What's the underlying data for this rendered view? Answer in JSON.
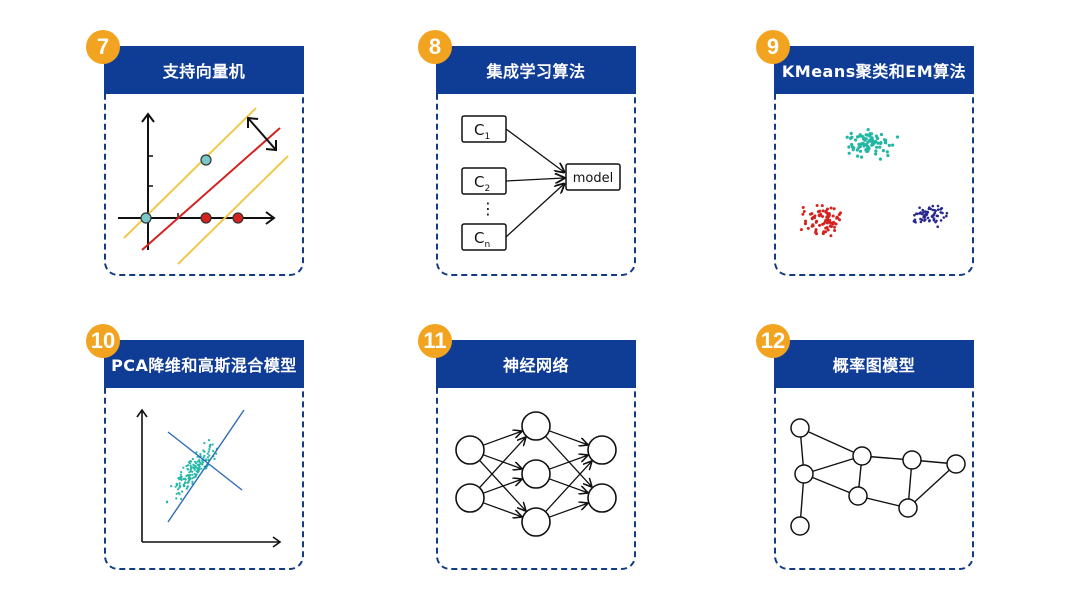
{
  "cards": [
    {
      "number": "7",
      "title": "支持向量机",
      "icon": "svm-diagram"
    },
    {
      "number": "8",
      "title": "集成学习算法",
      "icon": "ensemble-diagram"
    },
    {
      "number": "9",
      "title": "KMeans聚类和EM算法",
      "icon": "cluster-scatter"
    },
    {
      "number": "10",
      "title": "PCA降维和高斯混合模型",
      "icon": "pca-scatter"
    },
    {
      "number": "11",
      "title": "神经网络",
      "icon": "neural-network"
    },
    {
      "number": "12",
      "title": "概率图模型",
      "icon": "probabilistic-graph"
    }
  ],
  "ensemble": {
    "classifiers": [
      {
        "base": "C",
        "sub": "1"
      },
      {
        "base": "C",
        "sub": "2"
      },
      {
        "base": "C",
        "sub": "n"
      }
    ],
    "ellipsis": "⋮",
    "output": "model"
  },
  "colors": {
    "badge": "#f2a31f",
    "header": "#0f3c94",
    "frame": "#123b86",
    "teal": "#22b7a4",
    "red": "#d4231f",
    "navy": "#28288e",
    "yellow": "#f0c94b",
    "blue": "#2e6ab8"
  }
}
